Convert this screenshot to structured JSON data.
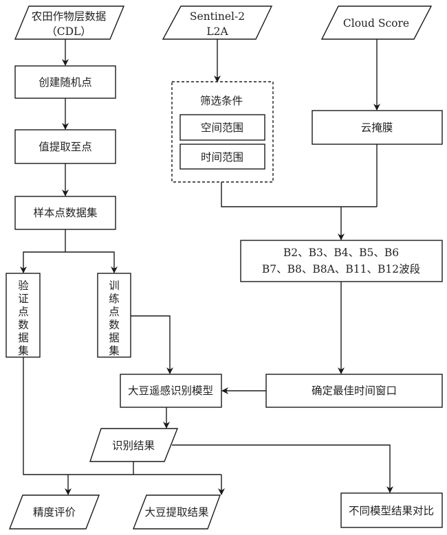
{
  "nodes": {
    "cdl": {
      "line1": "农田作物层数据",
      "line2": "（CDL）",
      "shape": "parallelogram"
    },
    "random_points": {
      "label": "创建随机点",
      "shape": "rectangle"
    },
    "extract_values": {
      "label": "值提取至点",
      "shape": "rectangle"
    },
    "sample_dataset": {
      "label": "样本点数据集",
      "shape": "rectangle"
    },
    "validation_dataset": {
      "chars": [
        "验",
        "证",
        "点",
        "数",
        "据",
        "集"
      ],
      "shape": "rectangle"
    },
    "training_dataset": {
      "chars": [
        "训",
        "练",
        "点",
        "数",
        "据",
        "集"
      ],
      "shape": "rectangle"
    },
    "sentinel": {
      "line1": "Sentinel-2",
      "line2": "L2A",
      "shape": "parallelogram"
    },
    "filter_group": {
      "title": "筛选条件",
      "spatial": "空间范围",
      "temporal": "时间范围",
      "shape": "dashed-container"
    },
    "cloud_score": {
      "label": "Cloud Score",
      "shape": "parallelogram"
    },
    "cloud_mask": {
      "label": "云掩膜",
      "shape": "rectangle"
    },
    "bands": {
      "line1": "B2、B3、B4、B5、B6",
      "line2": "B7、B8、B8A、B11、B12波段",
      "shape": "rectangle"
    },
    "time_window": {
      "label": "确定最佳时间窗口",
      "shape": "rectangle"
    },
    "model": {
      "label": "大豆遥感识别模型",
      "shape": "rectangle"
    },
    "result": {
      "label": "识别结果",
      "shape": "parallelogram"
    },
    "accuracy": {
      "label": "精度评价",
      "shape": "parallelogram"
    },
    "extraction": {
      "label": "大豆提取结果",
      "shape": "parallelogram"
    },
    "comparison": {
      "label": "不同模型结果对比",
      "shape": "rectangle"
    }
  },
  "edges": [
    [
      "cdl",
      "random_points"
    ],
    [
      "random_points",
      "extract_values"
    ],
    [
      "extract_values",
      "sample_dataset"
    ],
    [
      "sample_dataset",
      "validation_dataset"
    ],
    [
      "sample_dataset",
      "training_dataset"
    ],
    [
      "sentinel",
      "filter_group"
    ],
    [
      "cloud_score",
      "cloud_mask"
    ],
    [
      "filter_group",
      "bands"
    ],
    [
      "cloud_mask",
      "bands"
    ],
    [
      "bands",
      "time_window"
    ],
    [
      "time_window",
      "model"
    ],
    [
      "training_dataset",
      "model"
    ],
    [
      "model",
      "result"
    ],
    [
      "result",
      "comparison"
    ],
    [
      "validation_dataset",
      "accuracy"
    ],
    [
      "result",
      "accuracy"
    ],
    [
      "result",
      "extraction"
    ]
  ]
}
